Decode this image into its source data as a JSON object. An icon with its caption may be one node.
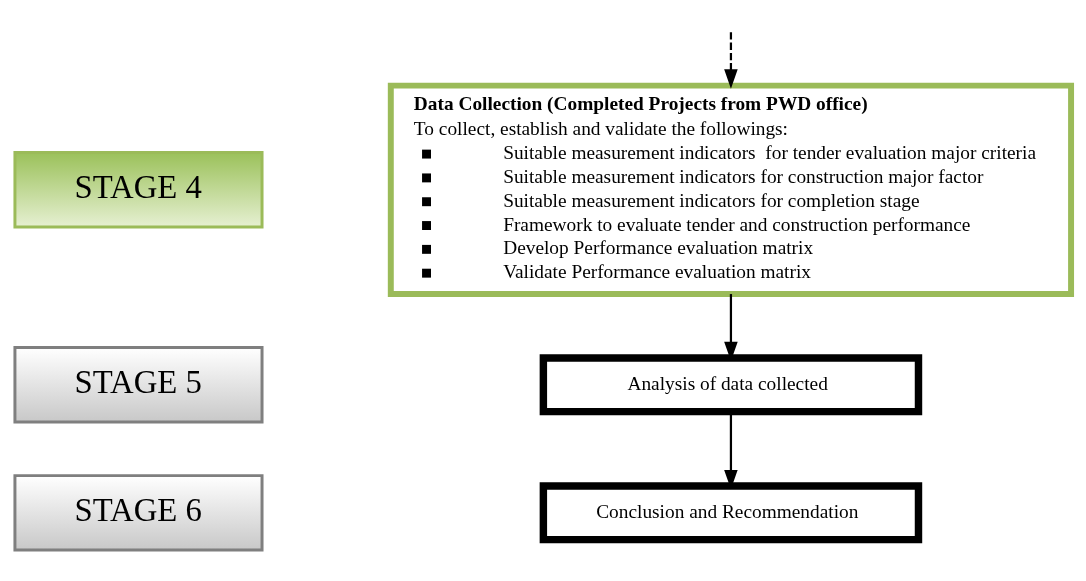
{
  "diagram": {
    "nodes": [
      {
        "text": [
          "STAGE 4"
        ]
      },
      {
        "text": [
          "Data Collection (Completed Projects from PWD office)",
          "To collect, establish and validate the followings:",
          "Suitable measurement indicators  for tender evaluation major criteria",
          "Suitable measurement indicators for construction major factor",
          "Suitable measurement indicators for completion stage",
          "Framework to evaluate tender and construction performance",
          "Develop Performance evaluation matrix",
          "Validate Performance evaluation matrix"
        ]
      },
      {
        "text": [
          "STAGE 5"
        ]
      },
      {
        "text": [
          "Analysis of data collected"
        ]
      },
      {
        "text": [
          "STAGE 6"
        ]
      },
      {
        "text": [
          "Conclusion and Recommendation"
        ]
      }
    ],
    "edges": [
      {
        "from": null,
        "to": 1,
        "arrow": "to",
        "style": "dashed"
      },
      {
        "from": 1,
        "to": 3,
        "arrow": "to"
      },
      {
        "from": 3,
        "to": 5,
        "arrow": "to"
      }
    ]
  }
}
